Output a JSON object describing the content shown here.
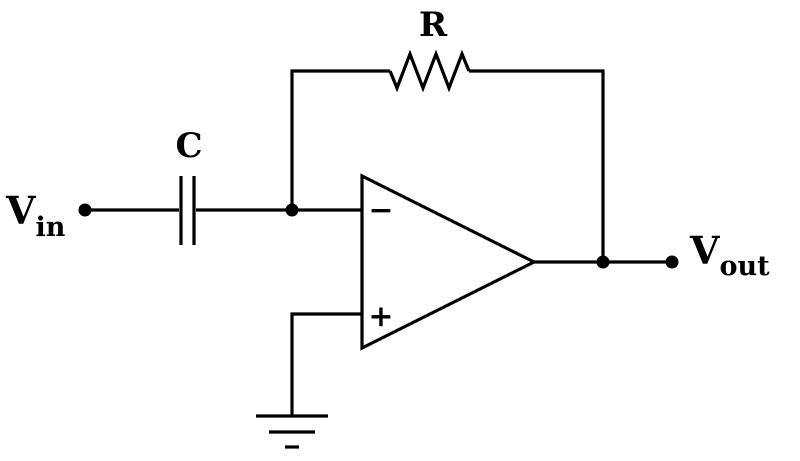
{
  "labels": {
    "resistor": "R",
    "capacitor": "C",
    "input_main": "V",
    "input_sub": "in",
    "output_main": "V",
    "output_sub": "out",
    "minus_sign": "−",
    "plus_sign": "+"
  },
  "colors": {
    "stroke": "#000000",
    "background": "#ffffff"
  }
}
